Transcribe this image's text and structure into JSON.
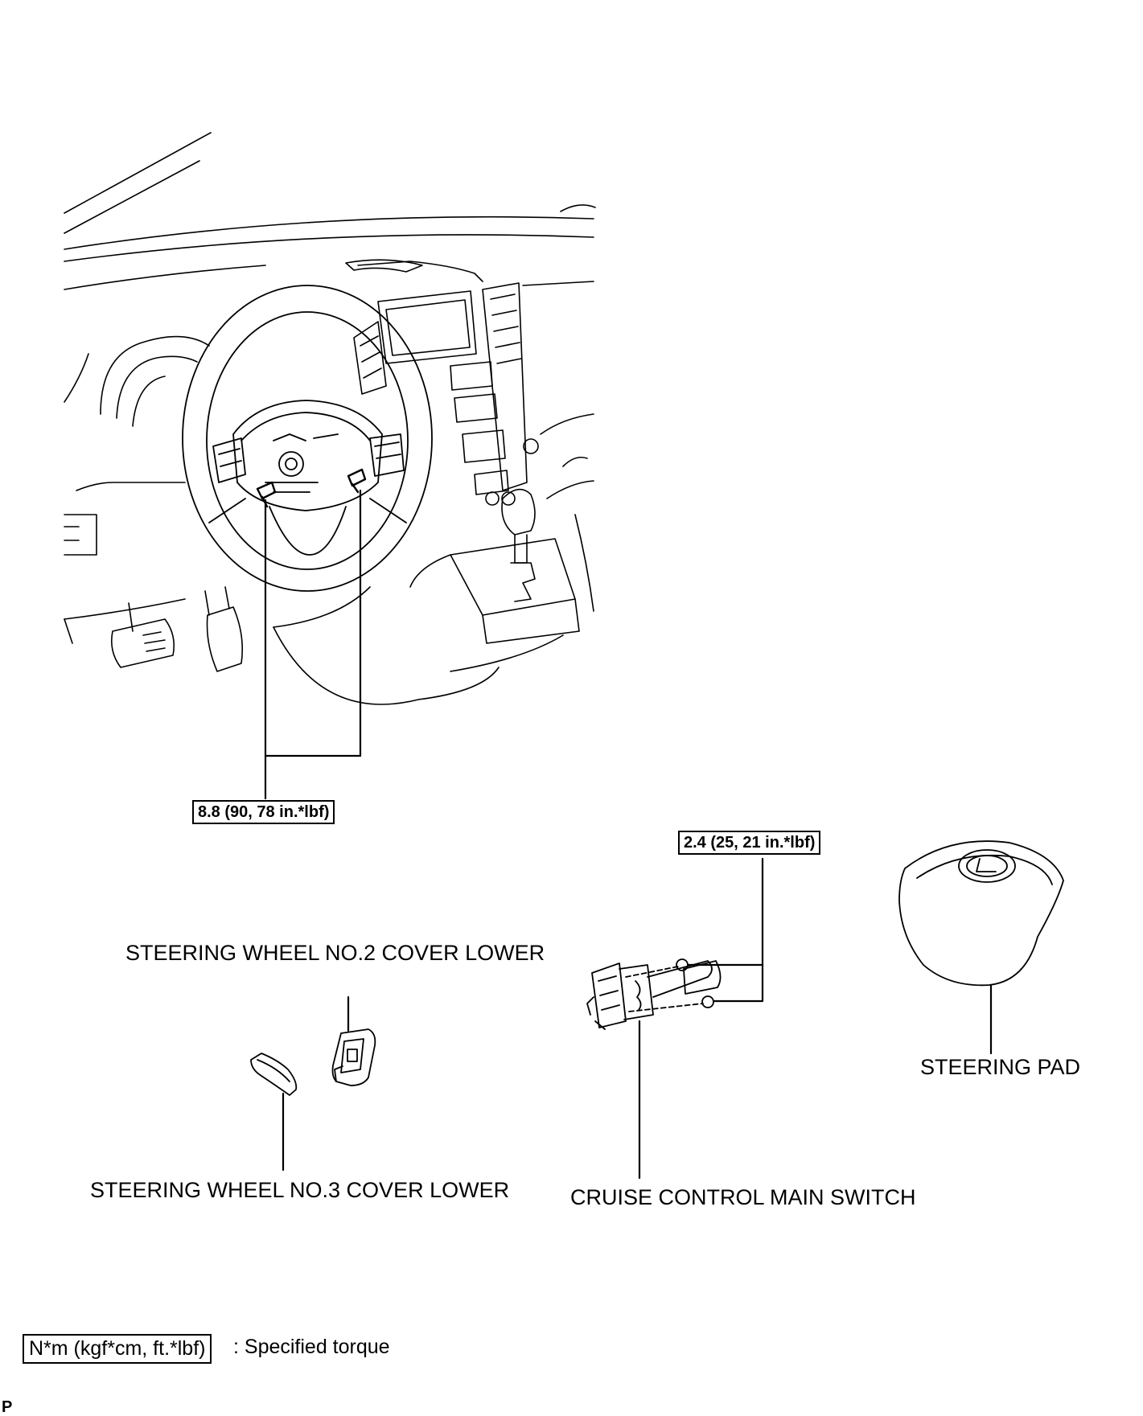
{
  "torque_specs": {
    "steering_wheel_bolts": "8.8 (90, 78 in.*lbf)",
    "cruise_switch_screws": "2.4 (25, 21 in.*lbf)"
  },
  "part_labels": {
    "no2_cover_lower": "STEERING WHEEL NO.2 COVER LOWER",
    "no3_cover_lower": "STEERING WHEEL NO.3 COVER LOWER",
    "cruise_control_main_switch": "CRUISE CONTROL MAIN SWITCH",
    "steering_pad": "STEERING PAD"
  },
  "legend": {
    "unit_box": "N*m (kgf*cm, ft.*lbf)",
    "description": ": Specified torque"
  },
  "corner_code": "P",
  "colors": {
    "line": "#000000",
    "background": "#ffffff"
  }
}
